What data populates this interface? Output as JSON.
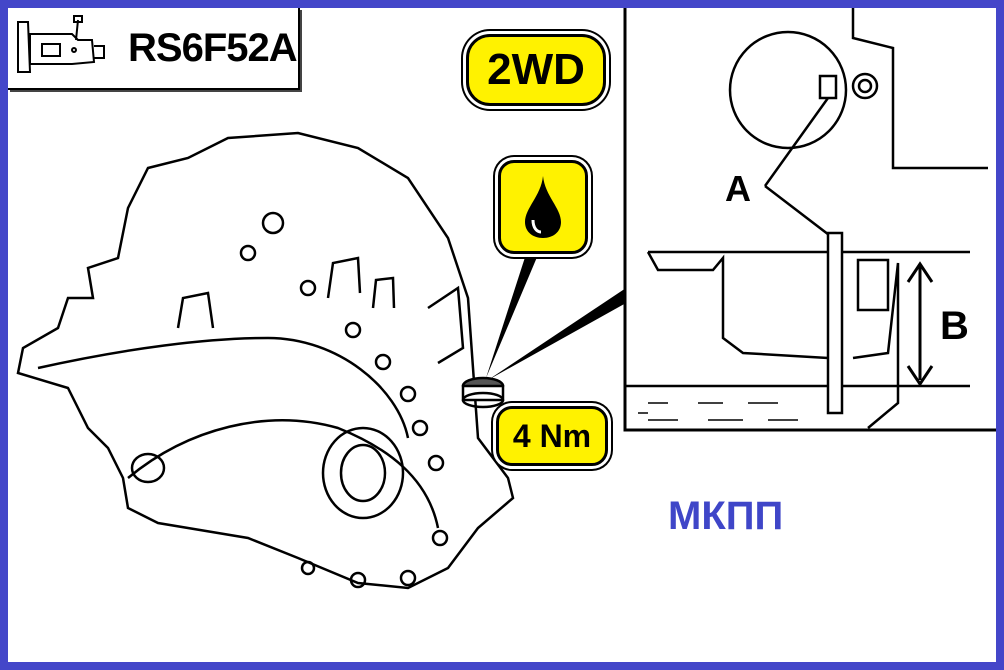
{
  "model": {
    "label": "RS6F52A",
    "icon": "transmission-icon"
  },
  "badges": {
    "drive": "2WD",
    "torque": "4 Nm",
    "oil_icon": "oil-drop-icon"
  },
  "inset": {
    "label_a": "A",
    "label_b": "B"
  },
  "caption": "МКПП",
  "colors": {
    "border": "#4446c9",
    "badge": "#fff200",
    "caption": "#3f46c8"
  }
}
